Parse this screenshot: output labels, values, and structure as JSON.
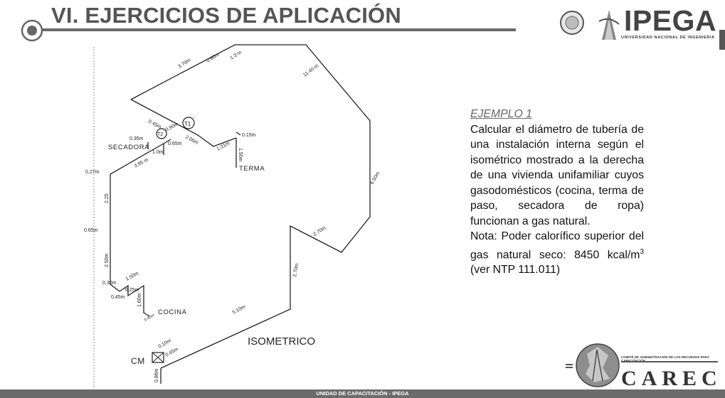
{
  "header": {
    "title": "VI. EJERCICIOS DE APLICACIÓN"
  },
  "logos": {
    "ipega": "IPEGA",
    "university": "UNIVERSIDAD NACIONAL DE INGENIERIA",
    "carec": "CAREC",
    "carec_subtitle": "COMITÉ DE ADMINISTRACIÓN DE LOS RECURSOS PARA CAPACITACIÓN"
  },
  "diagram": {
    "title": "ISOMETRICO",
    "labels": {
      "secadora": "SECADORA",
      "terma": "TERMA",
      "cocina": "COCINA",
      "cm": "CM",
      "t1": "T1",
      "t2": "T2"
    },
    "dimensions": {
      "d_3_70": "3.70m",
      "d_0_60": "0.60m",
      "d_1_3": "1.3 m",
      "d_11_40": "11.40 m",
      "d_6_50": "6.50m",
      "d_2_70_right": "2.70m",
      "d_2_70_vert": "2.70m",
      "d_5_10": "5.10m",
      "d_0_10": "0.10m",
      "d_0_45_cm": "0.45m",
      "d_0_86": "0.86m",
      "d_0_45_top": "0.45m",
      "d_0_90": "0.90m",
      "d_2_06": "2.06m",
      "d_0_65_top": "0.65m",
      "d_1_31": "1.31m",
      "d_0_15": "0.15m",
      "d_1_50_terma": "1.50m",
      "d_0_35": "0.35m",
      "d_1_0": "1.0m",
      "d_3_95": "3.95 m",
      "d_0_27": "0.27m",
      "d_2_25": "2.25",
      "d_0_65_left": "0.65m",
      "d_2_50": "2.50m",
      "d_0_30": "0.30m",
      "d_1_50_cocina": "1.50m",
      "d_0_25": "0.25m",
      "d_0_45_cocina": "0.45m",
      "d_1_60": "1.60m",
      "d_0_40": "0.40m"
    }
  },
  "example": {
    "title": "EJEMPLO 1",
    "paragraph": "Calcular el diámetro de tubería de una instalación interna según el isométrico mostrado a la derecha de una vivienda unifamiliar cuyos gasodomésticos (cocina, terma de paso, secadora de ropa) funcionan a gas natural.",
    "note_prefix": "Nota: Poder calorífico superior del gas natural seco: 8450 kcal/m",
    "note_sup": "3",
    "note_suffix": " (ver NTP 111.011)"
  },
  "footer": {
    "text": "UNIDAD DE CAPACITACIÓN - IPEGA"
  }
}
